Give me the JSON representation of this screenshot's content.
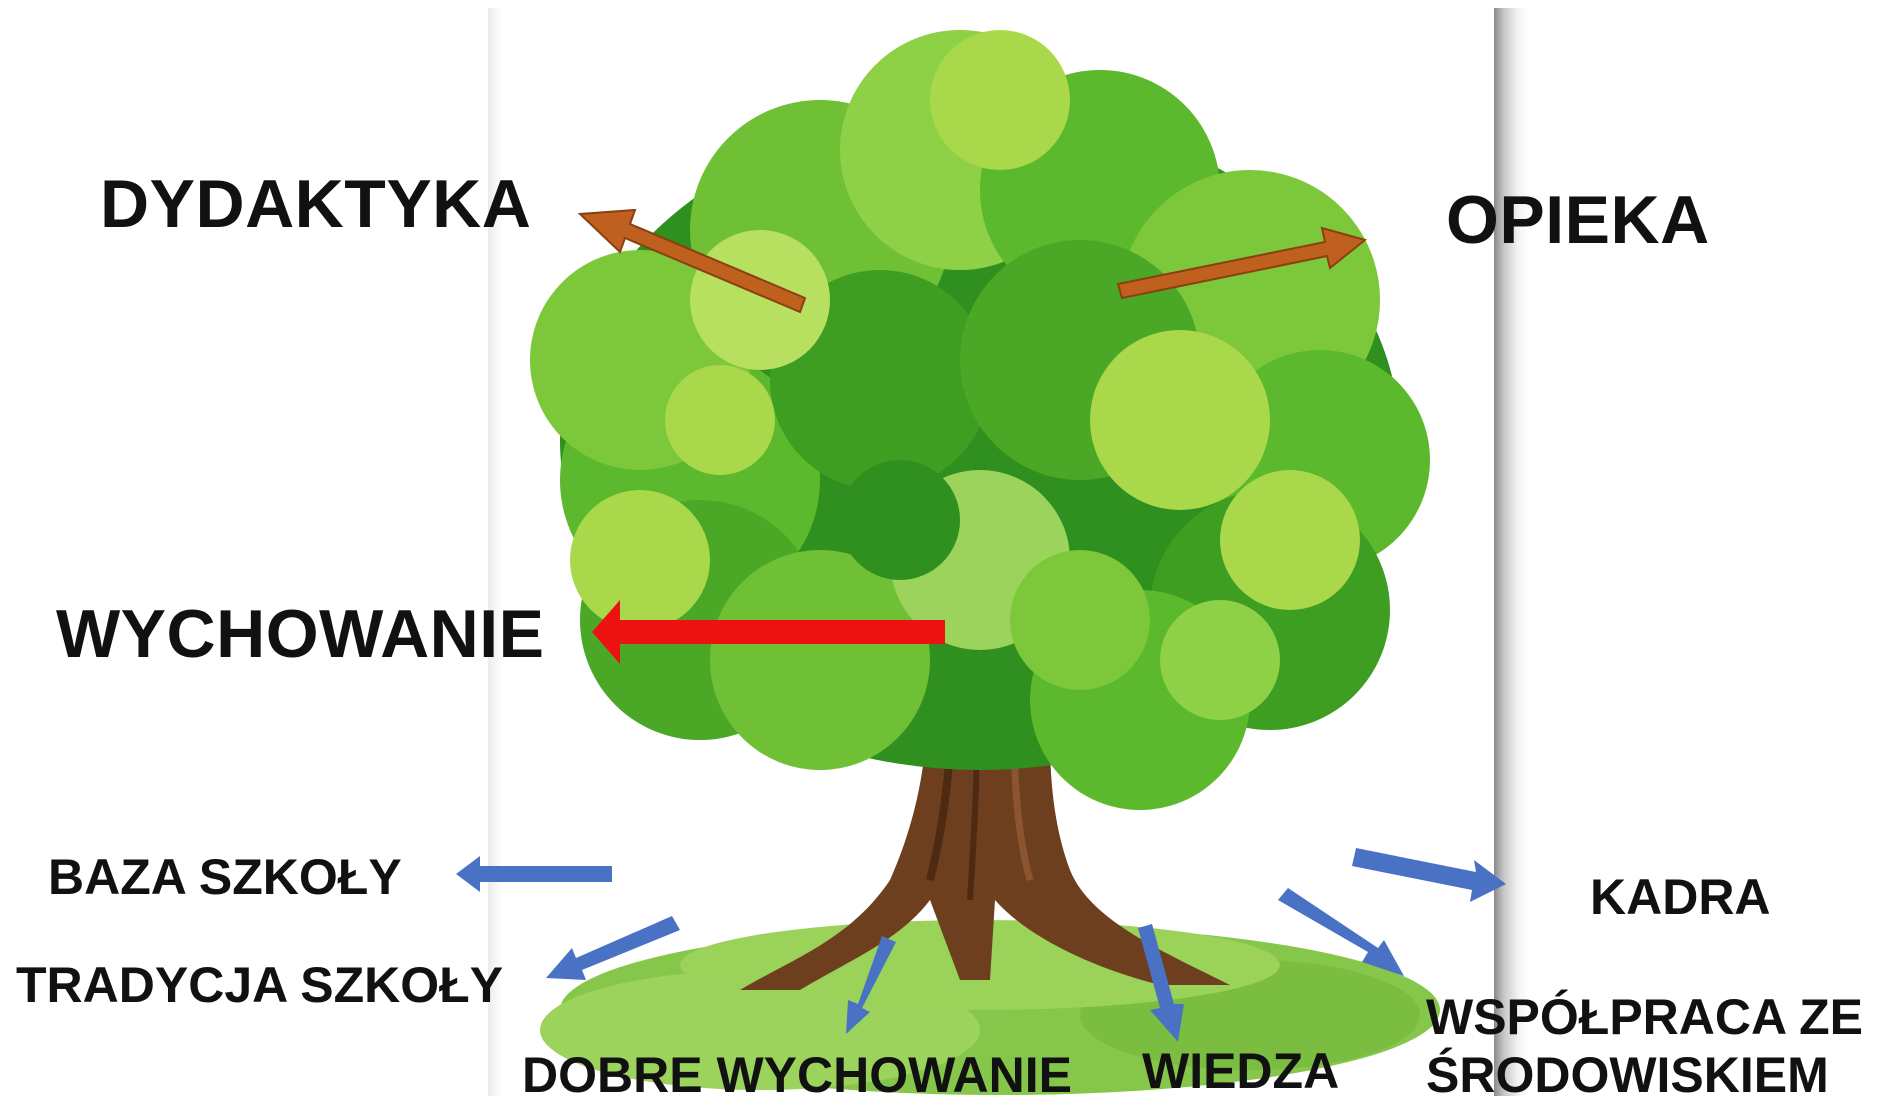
{
  "labels": {
    "dydaktyka": "DYDAKTYKA",
    "opieka": "OPIEKA",
    "wychowanie": "WYCHOWANIE",
    "baza_szkoly": "BAZA SZKOŁY",
    "tradycja_szkoly": "TRADYCJA SZKOŁY",
    "dobre_wychowanie": "DOBRE WYCHOWANIE",
    "wiedza": "WIEDZA",
    "kadra": "KADRA",
    "wspolpraca_line1": "WSPÓŁPRACA ZE",
    "wspolpraca_line2": "ŚRODOWISKIEM"
  },
  "colors": {
    "arrow_brown": "#c0601f",
    "arrow_red": "#ee1111",
    "arrow_blue": "#4a72c4",
    "foliage_dark": "#2f8f1f",
    "foliage_mid": "#5cb82c",
    "foliage_light": "#a9d84a",
    "trunk": "#6e3f1f",
    "grass": "#86c64a"
  },
  "icons": {
    "tree": "oak-tree-illustration",
    "arrows": "pointer-arrows"
  }
}
